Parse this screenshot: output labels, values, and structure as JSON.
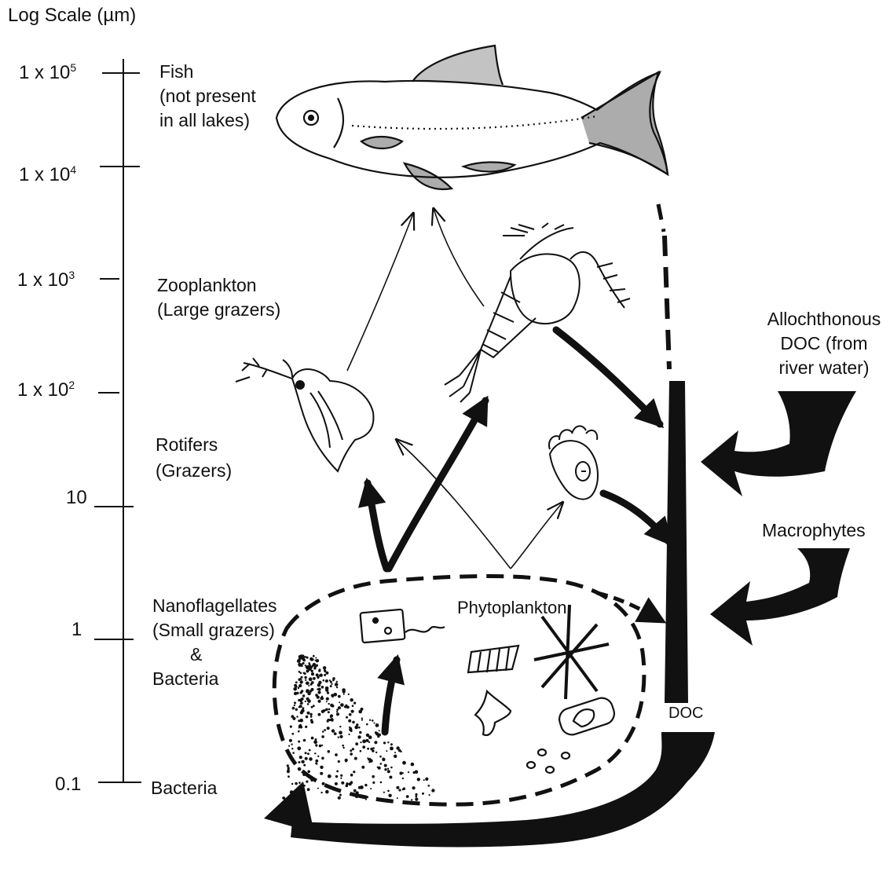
{
  "scale": {
    "title": "Log Scale (µm)",
    "ticks": [
      {
        "base": "1 x 10",
        "exp": "5"
      },
      {
        "base": "1 x 10",
        "exp": "4"
      },
      {
        "base": "1 x 10",
        "exp": "3"
      },
      {
        "base": "1 x 10",
        "exp": "2"
      },
      {
        "base": "10",
        "exp": ""
      },
      {
        "base": "1",
        "exp": ""
      },
      {
        "base": "0.1",
        "exp": ""
      }
    ]
  },
  "labels": {
    "fish": [
      "Fish",
      "(not present",
      "in all lakes)"
    ],
    "zooplankton": [
      "Zooplankton",
      "(Large grazers)"
    ],
    "rotifers": [
      "Rotifers",
      "(Grazers)"
    ],
    "nanoflagellates": [
      "Nanoflagellates",
      "(Small grazers)",
      "&",
      "Bacteria"
    ],
    "bacteria": "Bacteria",
    "phytoplankton": "Phytoplankton",
    "allochthonous": [
      "Allochthonous",
      "DOC (from",
      "river water)"
    ],
    "macrophytes": "Macrophytes",
    "doc": "DOC"
  }
}
